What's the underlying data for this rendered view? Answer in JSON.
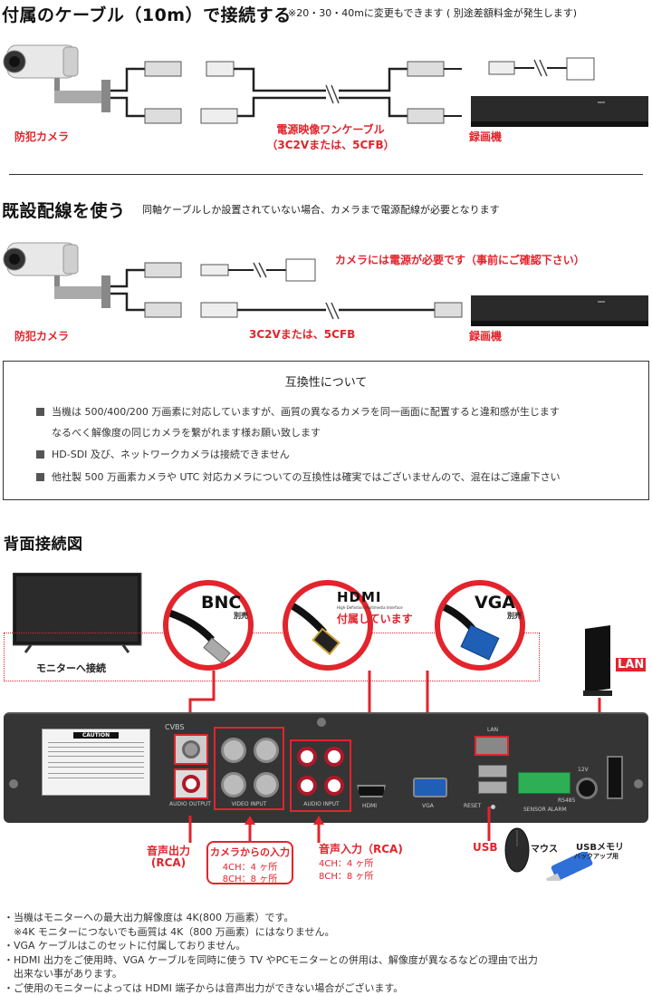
{
  "section1": {
    "title": "付属のケーブル（10m）で接続する",
    "note": "※20・30・40mに変更もできます ( 別途差額料金が発生します)",
    "camera_label": "防犯カメラ",
    "cable_label_1": "電源映像ワンケーブル",
    "cable_label_2": "（3C2Vまたは、5CFB）",
    "recorder_label": "録画機"
  },
  "section2": {
    "title": "既設配線を使う",
    "note": "同軸ケーブルしか設置されていない場合、カメラまで電源配線が必要となります",
    "power_note": "カメラには電源が必要です（事前にご確認下さい）",
    "camera_label": "防犯カメラ",
    "cable_label": "3C2Vまたは、5CFB",
    "recorder_label": "録画機"
  },
  "compatibility": {
    "title": "互換性について",
    "items": [
      "当機は 500/400/200 万画素に対応していますが、画質の異なるカメラを同一画面に配置すると違和感が生じます",
      "なるべく解像度の同じカメラを繋がれます様お願い致します",
      "HD-SDI 及び、ネットワークカメラは接続できません",
      "他社製 500 万画素カメラや UTC 対応カメラについての互換性は確実ではございませんので、混在はご遠慮下さい"
    ]
  },
  "rear": {
    "title": "背面接続図",
    "monitor_label": "モニターへ接続",
    "bnc": {
      "title": "BNC",
      "sub": "別売"
    },
    "hdmi": {
      "title": "HDMI",
      "tagline": "High-Definition Multimedia Interface",
      "sub": "付属しています"
    },
    "vga": {
      "title": "VGA",
      "sub": "別売"
    },
    "lan_label": "LAN",
    "panel": {
      "cvbs": "CVBS",
      "caution": "CAUTION",
      "audio_output": "AUDIO OUTPUT",
      "video_input": "VIDEO INPUT",
      "audio_input": "AUDIO INPUT",
      "hdmi": "HDMI",
      "vga": "VGA",
      "reset": "RESET",
      "lan": "LAN",
      "sensor": "SENSOR ALARM",
      "rs485": "RS485",
      "power": "12V"
    },
    "audio_out": {
      "line1": "音声出力",
      "line2": "(RCA)"
    },
    "camera_in": {
      "title": "カメラからの入力",
      "line1": "4CH：4 ヶ所",
      "line2": "8CH：8 ヶ所"
    },
    "audio_in": {
      "title": "音声入力（RCA)",
      "line1": "4CH：4 ヶ所",
      "line2": "8CH：8 ヶ所"
    },
    "usb_label": "USB",
    "mouse_label": "マウス",
    "usb_memory_1": "USBメモリ",
    "usb_memory_2": "バックアップ用"
  },
  "notes": [
    "・当機はモニターへの最大出力解像度は 4K(800 万画素）です。",
    "　※4K モニターにつないでも画質は 4K（800 万画素）にはなりません。",
    "・VGA ケーブルはこのセットに付属しておりません。",
    "・HDMI 出力をご使用時、VGA ケーブルを同時に使う TV やPCモニターとの併用は、解像度が異なるなどの理由で出力",
    "　出来ない事があります。",
    "・ご使用のモニターによっては HDMI 端子からは音声出力ができない場合がございます。"
  ],
  "colors": {
    "accent_red": "#e2242c",
    "panel": "#3a3a3a",
    "text": "#222222"
  }
}
